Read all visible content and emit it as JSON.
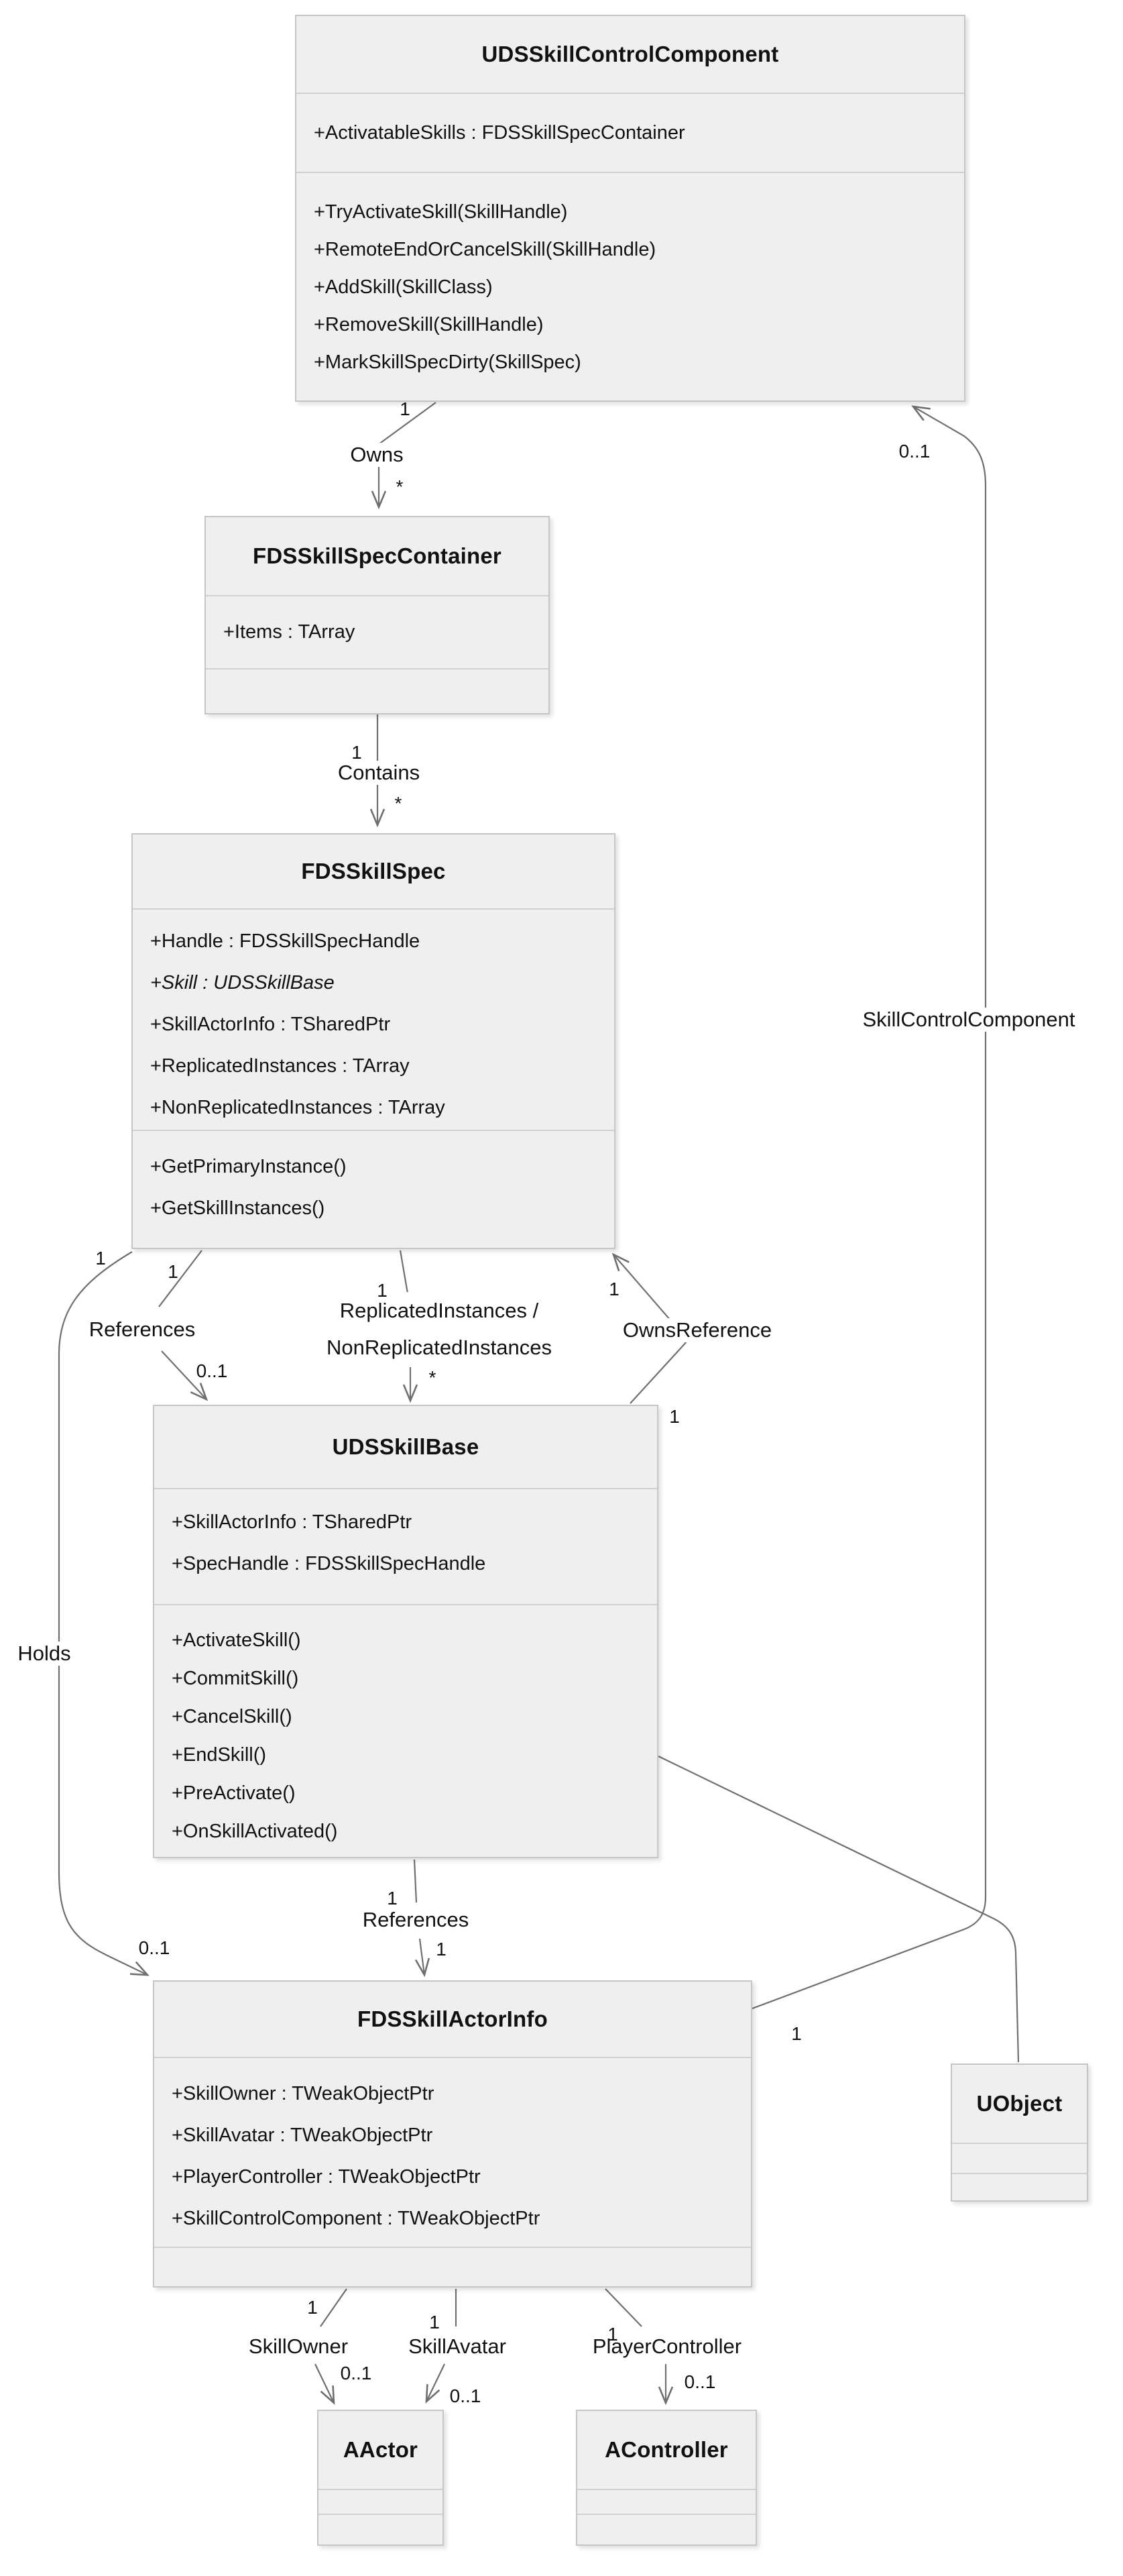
{
  "diagram_type": "UML class diagram",
  "colors": {
    "background": "#ffffff",
    "box_fill": "#efefef",
    "box_border": "#c6c6c6",
    "edge_line": "#6f6f6f",
    "text": "#111111"
  },
  "classes": {
    "ctrl": {
      "name": "UDSSkillControlComponent",
      "attributes": [
        "+ActivatableSkills : FDSSkillSpecContainer"
      ],
      "methods": [
        "+TryActivateSkill(SkillHandle)",
        "+RemoteEndOrCancelSkill(SkillHandle)",
        "+AddSkill(SkillClass)",
        "+RemoveSkill(SkillHandle)",
        "+MarkSkillSpecDirty(SkillSpec)"
      ]
    },
    "container": {
      "name": "FDSSkillSpecContainer",
      "attributes": [
        "+Items : TArray"
      ],
      "methods": []
    },
    "spec": {
      "name": "FDSSkillSpec",
      "attributes": [
        "+Handle : FDSSkillSpecHandle",
        "+Skill : UDSSkillBase",
        "+SkillActorInfo : TSharedPtr",
        "+ReplicatedInstances : TArray",
        "+NonReplicatedInstances : TArray"
      ],
      "methods": [
        "+GetPrimaryInstance()",
        "+GetSkillInstances()"
      ]
    },
    "base": {
      "name": "UDSSkillBase",
      "attributes": [
        "+SkillActorInfo : TSharedPtr",
        "+SpecHandle : FDSSkillSpecHandle"
      ],
      "methods": [
        "+ActivateSkill()",
        "+CommitSkill()",
        "+CancelSkill()",
        "+EndSkill()",
        "+PreActivate()",
        "+OnSkillActivated()"
      ]
    },
    "actorinfo": {
      "name": "FDSSkillActorInfo",
      "attributes": [
        "+SkillOwner : TWeakObjectPtr",
        "+SkillAvatar : TWeakObjectPtr",
        "+PlayerController : TWeakObjectPtr",
        "+SkillControlComponent : TWeakObjectPtr"
      ],
      "methods": []
    },
    "uobject": {
      "name": "UObject",
      "attributes": [],
      "methods": []
    },
    "aactor": {
      "name": "AActor",
      "attributes": [],
      "methods": []
    },
    "acontroller": {
      "name": "AController",
      "attributes": [],
      "methods": []
    }
  },
  "edges": {
    "owns": {
      "from": "UDSSkillControlComponent",
      "to": "FDSSkillSpecContainer",
      "label": "Owns",
      "source_mult": "1",
      "target_mult": "*"
    },
    "contains": {
      "from": "FDSSkillSpecContainer",
      "to": "FDSSkillSpec",
      "label": "Contains",
      "source_mult": "1",
      "target_mult": "*"
    },
    "spec_references_base": {
      "from": "FDSSkillSpec",
      "to": "UDSSkillBase",
      "label": "References",
      "source_mult": "1",
      "target_mult": "0..1"
    },
    "instances": {
      "from": "FDSSkillSpec",
      "to": "UDSSkillBase",
      "label": "ReplicatedInstances /",
      "label2": "NonReplicatedInstances",
      "source_mult": "1",
      "target_mult": "*"
    },
    "owns_reference": {
      "from": "UDSSkillBase",
      "to": "FDSSkillSpec",
      "label": "OwnsReference",
      "source_mult": "1",
      "target_mult": "1"
    },
    "holds": {
      "from": "FDSSkillSpec",
      "to": "FDSSkillActorInfo",
      "label": "Holds",
      "source_mult": "1",
      "target_mult": "0..1"
    },
    "base_references_actorinfo": {
      "from": "UDSSkillBase",
      "to": "FDSSkillActorInfo",
      "label": "References",
      "source_mult": "1",
      "target_mult": "1"
    },
    "skill_control_component": {
      "from": "FDSSkillActorInfo",
      "to": "UDSSkillControlComponent",
      "label": "SkillControlComponent",
      "source_mult": "1",
      "target_mult": "0..1"
    },
    "uobject_link": {
      "from": "UDSSkillBase",
      "to": "UObject",
      "label": ""
    },
    "skill_owner": {
      "from": "FDSSkillActorInfo",
      "to": "AActor",
      "label": "SkillOwner",
      "source_mult": "1",
      "target_mult": "0..1"
    },
    "skill_avatar": {
      "from": "FDSSkillActorInfo",
      "to": "AActor",
      "label": "SkillAvatar",
      "source_mult": "1",
      "target_mult": "0..1"
    },
    "player_controller": {
      "from": "FDSSkillActorInfo",
      "to": "AController",
      "label": "PlayerController",
      "source_mult": "1",
      "target_mult": "0..1"
    }
  }
}
